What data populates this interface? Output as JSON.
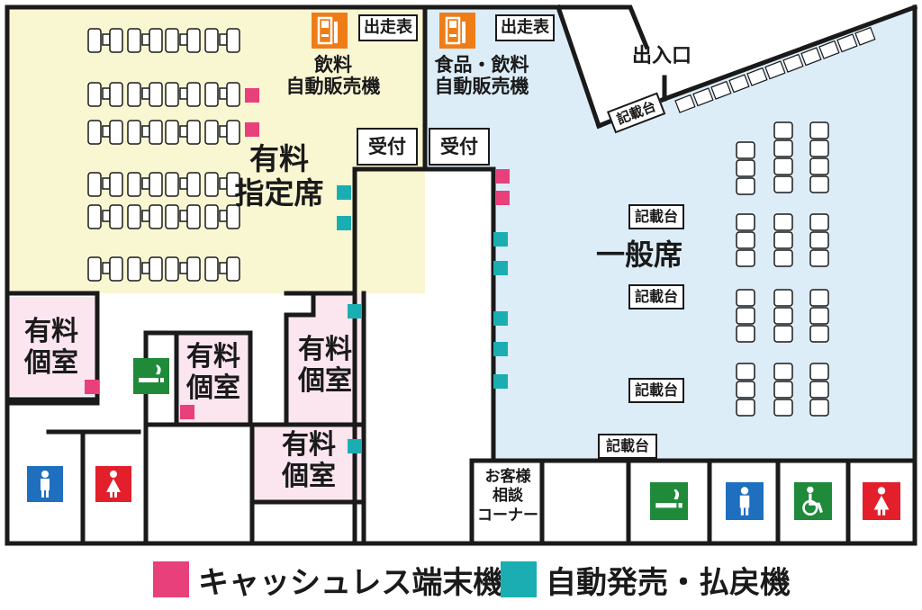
{
  "colors": {
    "paid_seat_area": "#f9f6d2",
    "general_area": "#dcedf8",
    "private_room": "#fbe5ef",
    "wall": "#1a1a1a",
    "cashless_terminal": "#e8407a",
    "vending_refund": "#1aaeb2",
    "toilet_men": "#1f6fbf",
    "toilet_women": "#e31f2c",
    "accessible": "#1f8a3a",
    "smoking": "#1f8a3a",
    "vending_icon": "#ef7d17"
  },
  "labels": {
    "schedule_left": "出走表",
    "schedule_right": "出走表",
    "vending_drinks": "飲料\n自動販売機",
    "vending_food_drinks": "食品・飲料\n自動販売機",
    "entrance": "出入口",
    "reception_left": "受付",
    "reception_right": "受付",
    "paid_reserved": "有料\n指定席",
    "general_seats": "一般席",
    "private_room_1": "有料\n個室",
    "private_room_2": "有料\n個室",
    "private_room_3": "有料\n個室",
    "private_room_4": "有料\n個室",
    "customer_service": "お客様\n相談\nコーナー",
    "writing_desk_diag": "記載台",
    "writing_desk_1": "記載台",
    "writing_desk_2": "記載台",
    "writing_desk_3": "記載台",
    "writing_desk_bottom": "記載台"
  },
  "icons": {
    "vending": "vending-machine-icon",
    "smoking": "smoking-area-icon",
    "toilet_men": "mens-restroom-icon",
    "toilet_women": "womens-restroom-icon",
    "accessible": "accessible-restroom-icon"
  },
  "legend": [
    {
      "label": "キャッシュレス端末機",
      "color": "#e8407a"
    },
    {
      "label": "自動発売・払戻機",
      "color": "#1aaeb2"
    }
  ]
}
